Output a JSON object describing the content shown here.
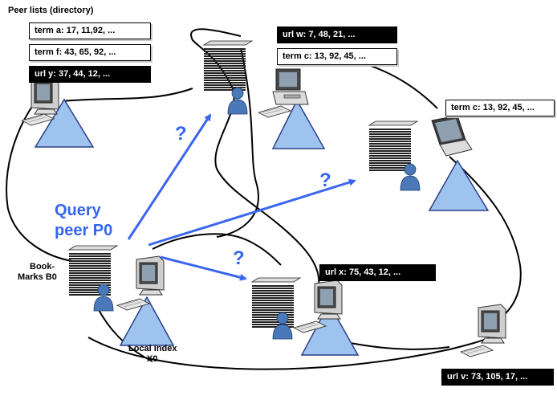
{
  "directory": {
    "heading": "Peer lists (directory)",
    "entries": [
      "term a: 17, 11,92, ...",
      "term f: 43, 65, 92, ...",
      "url y: 37, 44, 12, ..."
    ]
  },
  "peers": {
    "top": {
      "entries": [
        "url w: 7, 48, 21, ...",
        "term c: 13, 92, 45, ..."
      ]
    },
    "right": {
      "entries": [
        "term c: 13, 92, 45, ..."
      ]
    },
    "middle": {
      "entries": [
        "url x: 75, 43, 12, ..."
      ]
    },
    "bottom_right": {
      "entries": [
        "url v: 73, 105, 17, ..."
      ]
    }
  },
  "query_peer": {
    "title_line1": "Query",
    "title_line2": "peer P0",
    "bookmarks_line1": "Book-",
    "bookmarks_line2": "Marks B0",
    "local_index_line1": "Local index",
    "local_index_line2": "X0"
  },
  "query_marks": [
    "?",
    "?",
    "?"
  ],
  "colors": {
    "arrow": "#3a66ee",
    "triangle_fill": "#9ec3ee",
    "triangle_stroke": "#2a3f8a",
    "person": "#4a78b8",
    "network_line": "#000000"
  }
}
